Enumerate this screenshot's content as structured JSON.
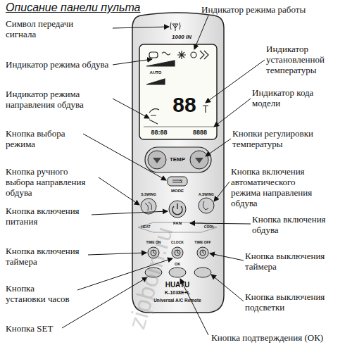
{
  "diagram": {
    "title": "Описание панели пульта",
    "labels": [
      "Символ передачи сигнала",
      "Индикатор режима работы",
      "Индикатор режима обдува",
      "Индикатор установленной температуры",
      "Индикатор режима направления обдува",
      "Индикатор кода модели",
      "Кнопка выбора режима",
      "Кнопки регулировки температуры",
      "Кнопка ручного выбора направления обдува",
      "Кнопка включения автоматического режима направления обдува",
      "Кнопка включения питания",
      "Кнопка включения обдува",
      "Кнопка включения таймера",
      "Кнопка выключения таймера",
      "Кнопка установки часов",
      "Кнопка выключения подсветки",
      "Кнопка SET",
      "Кнопка подтверждения (ОК)",
      "1000 IN",
      "AUTO",
      "88",
      "88:88",
      "8888",
      "TEMP",
      "MODE",
      "S.SWING",
      "A.SWING",
      "FAN",
      "HEAT",
      "COOL",
      "TIME ON",
      "CLOCK",
      "TIME OFF",
      "OK",
      "HUAYU",
      "K-1038E+L",
      "Universal A/C Remote",
      "zipbom.ru"
    ]
  }
}
